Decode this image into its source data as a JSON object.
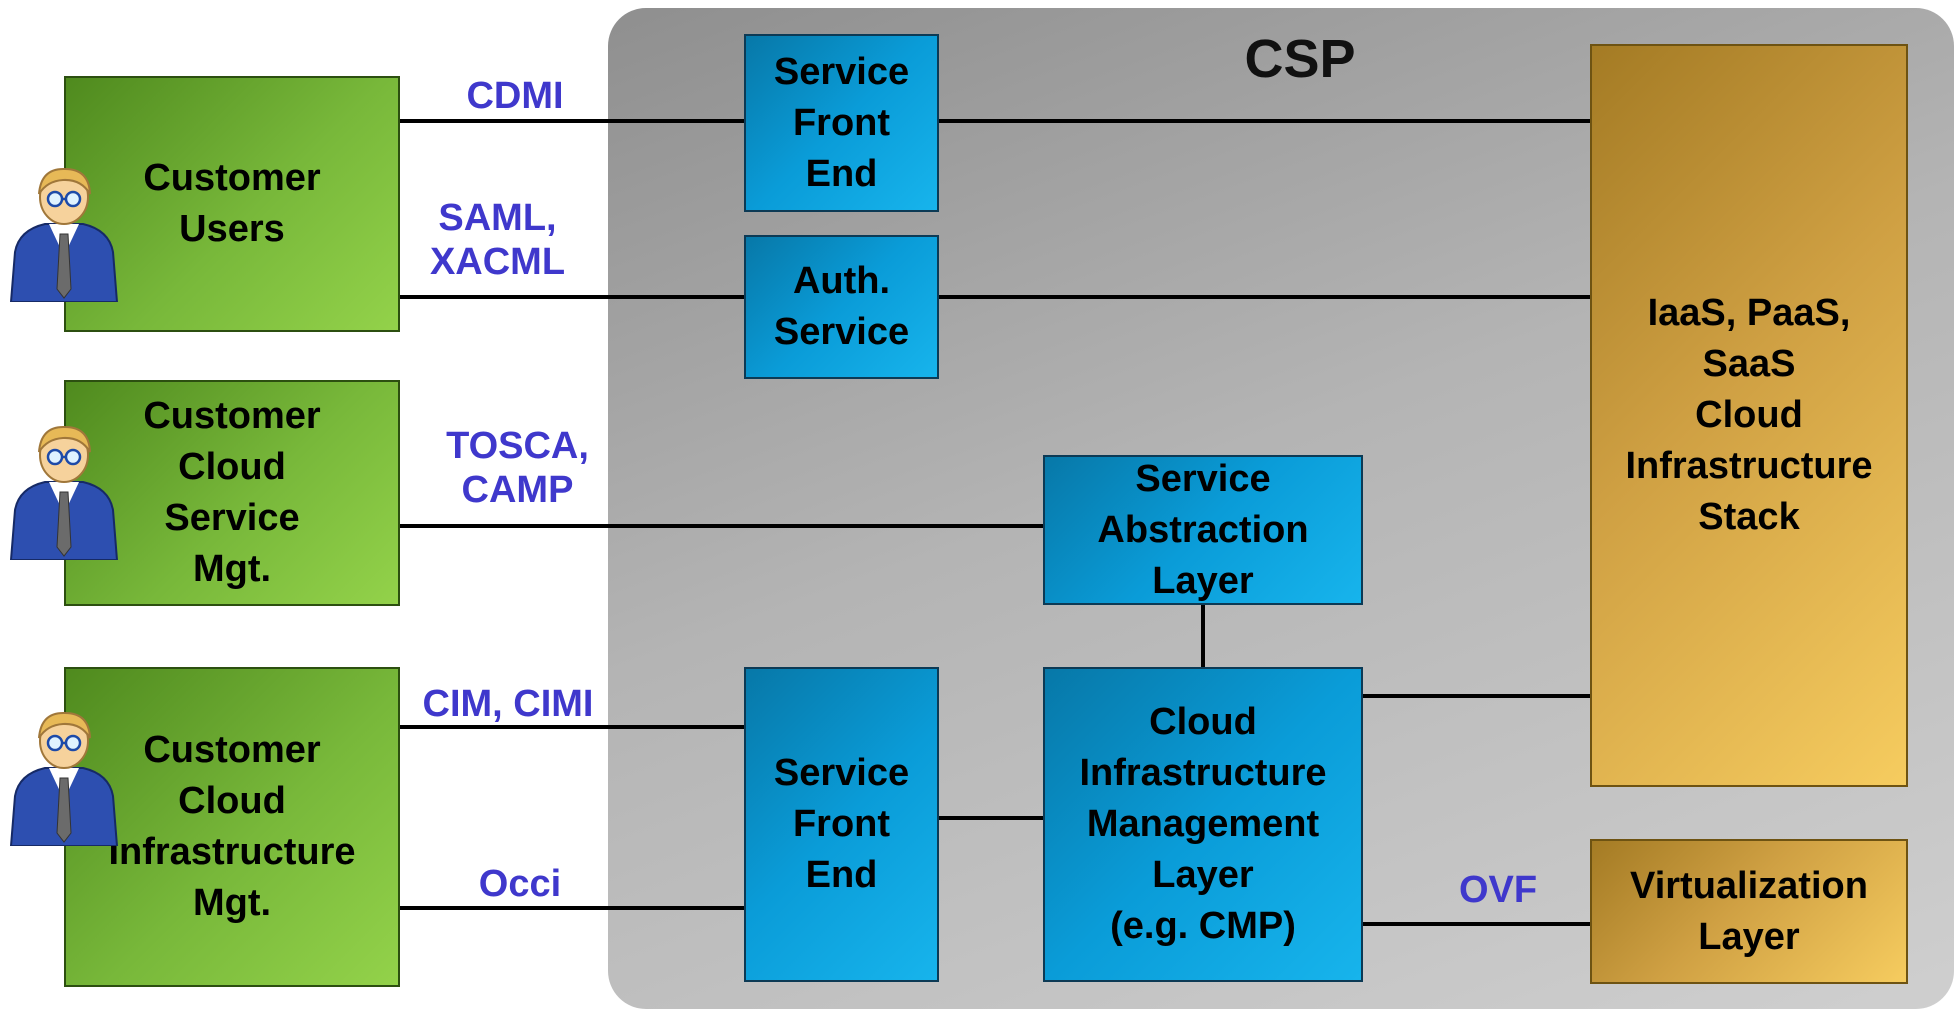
{
  "csp_title": "CSP",
  "customers": [
    {
      "label": "Customer\nUsers"
    },
    {
      "label": "Customer\nCloud\nService\nMgt."
    },
    {
      "label": "Customer\nCloud\nInfrastructure\nMgt."
    }
  ],
  "components": {
    "service_front_end_top": "Service\nFront\nEnd",
    "auth_service": "Auth.\nService",
    "service_abstraction_layer": "Service\nAbstraction\nLayer",
    "service_front_end_bottom": "Service\nFront\nEnd",
    "cloud_infra_mgmt_layer": "Cloud\nInfrastructure\nManagement\nLayer\n(e.g. CMP)",
    "infra_stack": "IaaS, PaaS,\nSaaS\nCloud\nInfrastructure\nStack",
    "virtualization_layer": "Virtualization\nLayer"
  },
  "protocols": {
    "cdmi": "CDMI",
    "saml_xacml": "SAML,\nXACML",
    "tosca_camp": "TOSCA,\nCAMP",
    "cim_cimi": "CIM, CIMI",
    "occi": "Occi",
    "ovf": "OVF"
  },
  "colors": {
    "customer_box": "#78b83a",
    "service_box": "#0a9cd8",
    "stack_box": "#cfa043",
    "protocol_text": "#3f38cc",
    "csp_background": "#b4b4b4"
  }
}
